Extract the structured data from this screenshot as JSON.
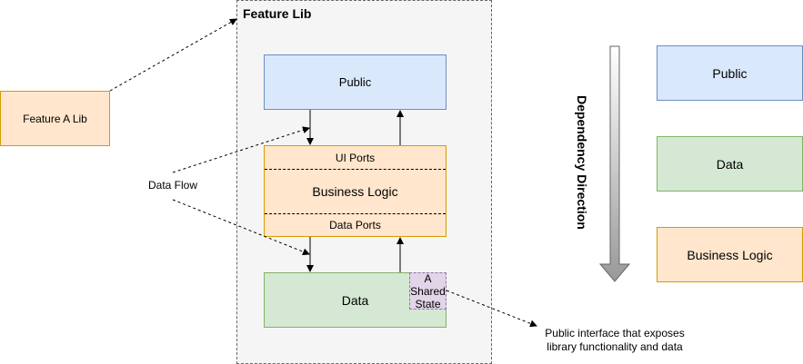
{
  "external": {
    "feature_a_lib": "Feature A Lib",
    "data_flow": "Data Flow"
  },
  "feature_lib": {
    "title": "Feature Lib",
    "public": "Public",
    "ui_ports": "UI Ports",
    "business_logic": "Business Logic",
    "data_ports": "Data Ports",
    "data": "Data",
    "shared_state": "A Shared State"
  },
  "annotation": {
    "public_interface": "Public interface that exposes library functionality and data"
  },
  "legend": {
    "dependency_direction": "Dependency Direction",
    "public": "Public",
    "data": "Data",
    "business_logic": "Business Logic"
  },
  "colors": {
    "orange_fill": "#ffe6cc",
    "orange_stroke": "#d79b00",
    "blue_fill": "#dae8fc",
    "blue_stroke": "#6c8ebf",
    "green_fill": "#d5e8d4",
    "green_stroke": "#82b366",
    "purple_fill": "#e1d5e7",
    "purple_stroke": "#9673a6"
  }
}
